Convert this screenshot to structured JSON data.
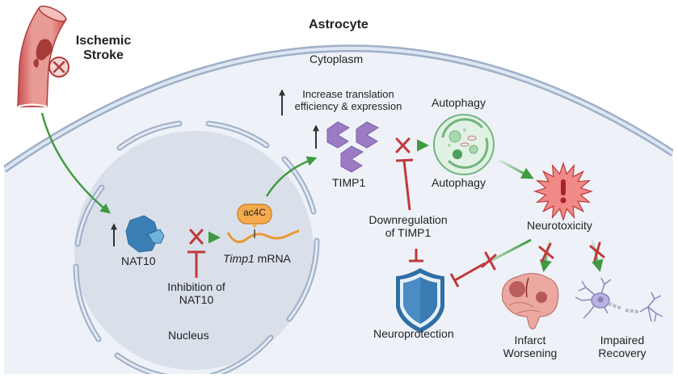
{
  "title": "Astrocyte",
  "compartments": {
    "cytoplasm": "Cytoplasm",
    "nucleus": "Nucleus"
  },
  "trigger": {
    "line1": "Ischemic",
    "line2": "Stroke",
    "icon": "blocked-blood-vessel-icon"
  },
  "nodes": {
    "nat10": {
      "label": "NAT10",
      "icon": "nat10-enzyme-icon",
      "color": "#3a7fb5"
    },
    "mrna": {
      "label_gene": "Timp1",
      "label_suffix": " mRNA",
      "modification": "ac4C",
      "color": "#f0a13a"
    },
    "timp1": {
      "label": "TIMP1",
      "icon": "timp1-protein-icon",
      "color": "#9b7cc4"
    },
    "autophagy": {
      "label_top": "Autophagy",
      "label_bottom": "Autophagy",
      "icon": "autophagosome-icon",
      "color": "#7cc08a"
    },
    "neurotoxicity": {
      "label": "Neurotoxicity",
      "icon": "warning-burst-icon",
      "color": "#f08080"
    },
    "neuroprotection": {
      "label": "Neuroprotection",
      "icon": "shield-icon",
      "color": "#3a7fb5"
    },
    "infarct": {
      "line1": "Infarct",
      "line2": "Worsening",
      "icon": "brain-icon"
    },
    "recovery": {
      "line1": "Impaired",
      "line2": "Recovery",
      "icon": "neuron-icon"
    }
  },
  "annotations": {
    "translation_line1": "Increase translation",
    "translation_line2": "efficiency & expression",
    "inhibition_line1": "Inhibition of",
    "inhibition_line2": "NAT10",
    "downregulation_line1": "Downregulation",
    "downregulation_line2": "of TIMP1"
  },
  "colors": {
    "activation": "#3f9a3f",
    "inhibition": "#c0393b",
    "membrane": "#a8b6cc",
    "cytoplasm_fill": "#eef2f8",
    "nucleus_fill": "#d9e0ea",
    "upregulation_arrow": "#333333"
  }
}
